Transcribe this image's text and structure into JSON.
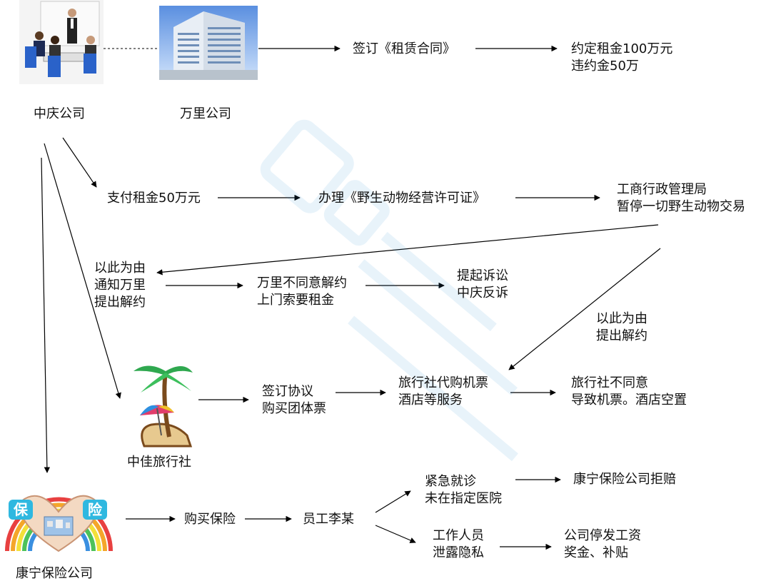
{
  "nodes": {
    "zhongqing": "中庆公司",
    "wanli": "万里公司",
    "sign_lease": "签订《租赁合同》",
    "agreed_rent": [
      "约定租金100万元",
      "违约金50万"
    ],
    "pay_rent": "支付租金50万元",
    "license": "办理《野生动物经营许可证》",
    "bureau": [
      "工商行政管理局",
      "暂停一切野生动物交易"
    ],
    "notify": [
      "以此为由",
      "通知万里",
      "提出解约"
    ],
    "wanli_refuse": [
      "万里不同意解约",
      "上门索要租金"
    ],
    "lawsuit": [
      "提起诉讼",
      "中庆反诉"
    ],
    "reason2": [
      "以此为由",
      "提出解约"
    ],
    "zhongjia": "中佳旅行社",
    "sign_agreement": [
      "签订协议",
      "购买团体票"
    ],
    "agency_service": [
      "旅行社代购机票",
      "酒店等服务"
    ],
    "agency_refuse": [
      "旅行社不同意",
      "导致机票。酒店空置"
    ],
    "kangning": "康宁保险公司",
    "buy_insurance": "购买保险",
    "employee": "员工李某",
    "emergency": [
      "紧急就诊",
      "未在指定医院"
    ],
    "refuse_claim": "康宁保险公司拒赔",
    "staff": [
      "工作人员",
      "泄露隐私"
    ],
    "stop_pay": [
      "公司停发工资",
      "奖金、补贴"
    ]
  },
  "insurance_sign": [
    "保",
    "险"
  ],
  "colors": {
    "arrow": "#000000",
    "watermark": "#2a8fd8"
  }
}
